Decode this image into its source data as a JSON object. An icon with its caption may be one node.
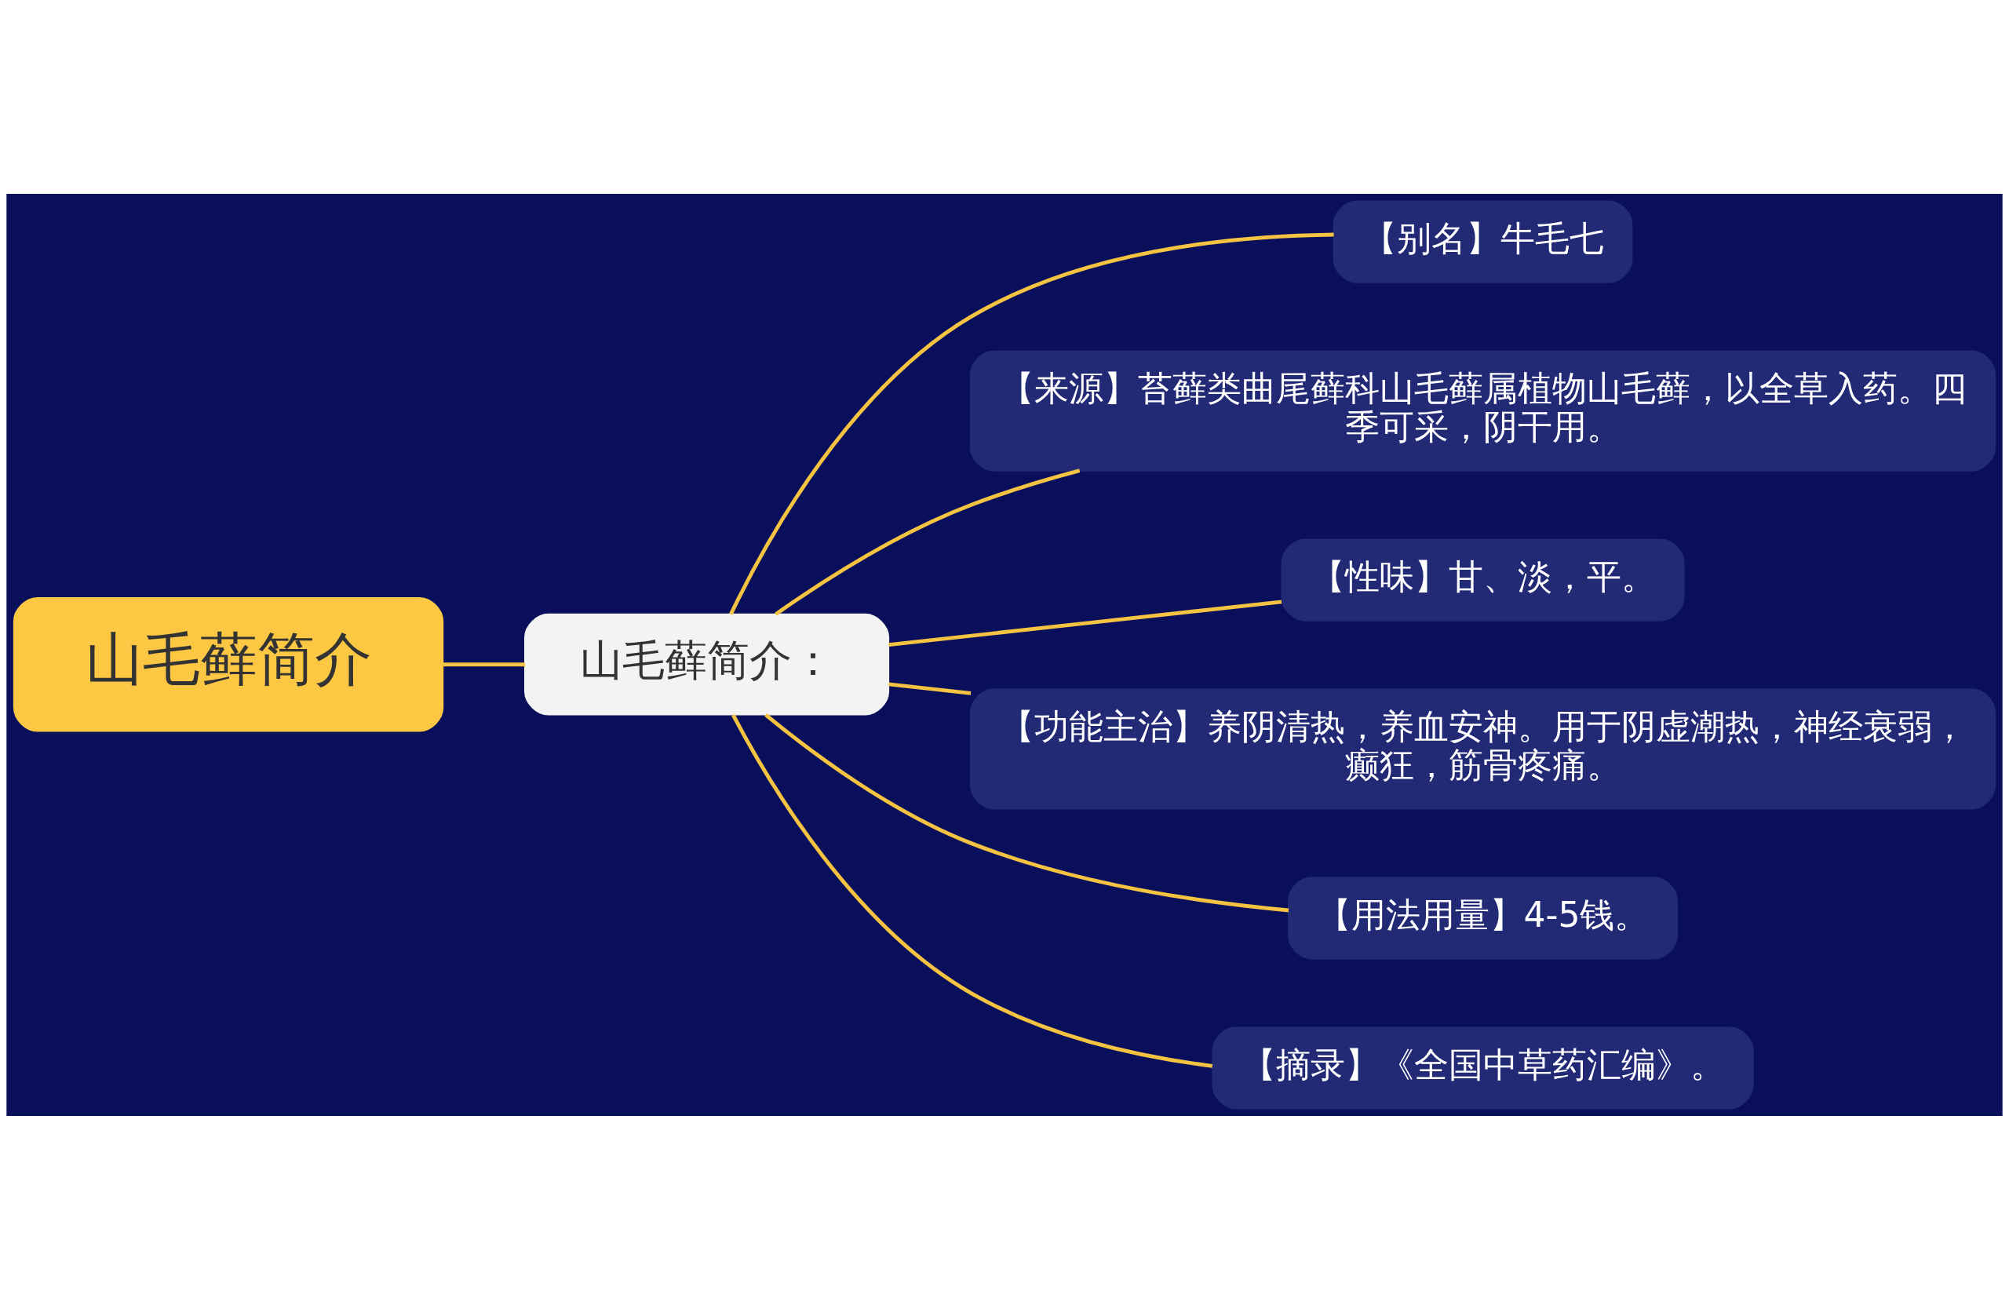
{
  "diagram": {
    "nodes": [
      {
        "text": [
          "山毛藓简介"
        ]
      },
      {
        "text": [
          "山毛藓简介："
        ]
      },
      {
        "text": [
          "【别名】牛毛七"
        ]
      },
      {
        "text": [
          "【来源】苔藓类曲尾藓科山毛藓属植物山毛藓，以全草入药。四季可采，阴干用。"
        ]
      },
      {
        "text": [
          "【性味】甘、淡，平。"
        ]
      },
      {
        "text": [
          "【功能主治】养阴清热，养血安神。用于阴虚潮热，神经衰弱，癫狂，筋骨疼痛。"
        ]
      },
      {
        "text": [
          "【用法用量】4-5钱。"
        ]
      },
      {
        "text": [
          "【摘录】《全国中草药汇编》。"
        ]
      }
    ],
    "edges": [
      {
        "from": 0,
        "to": 1,
        "arrow": "none"
      },
      {
        "from": 1,
        "to": 2,
        "arrow": "none"
      },
      {
        "from": 1,
        "to": 3,
        "arrow": "none"
      },
      {
        "from": 1,
        "to": 4,
        "arrow": "none"
      },
      {
        "from": 1,
        "to": 5,
        "arrow": "none"
      },
      {
        "from": 1,
        "to": 6,
        "arrow": "none"
      },
      {
        "from": 1,
        "to": 7,
        "arrow": "none"
      }
    ]
  }
}
